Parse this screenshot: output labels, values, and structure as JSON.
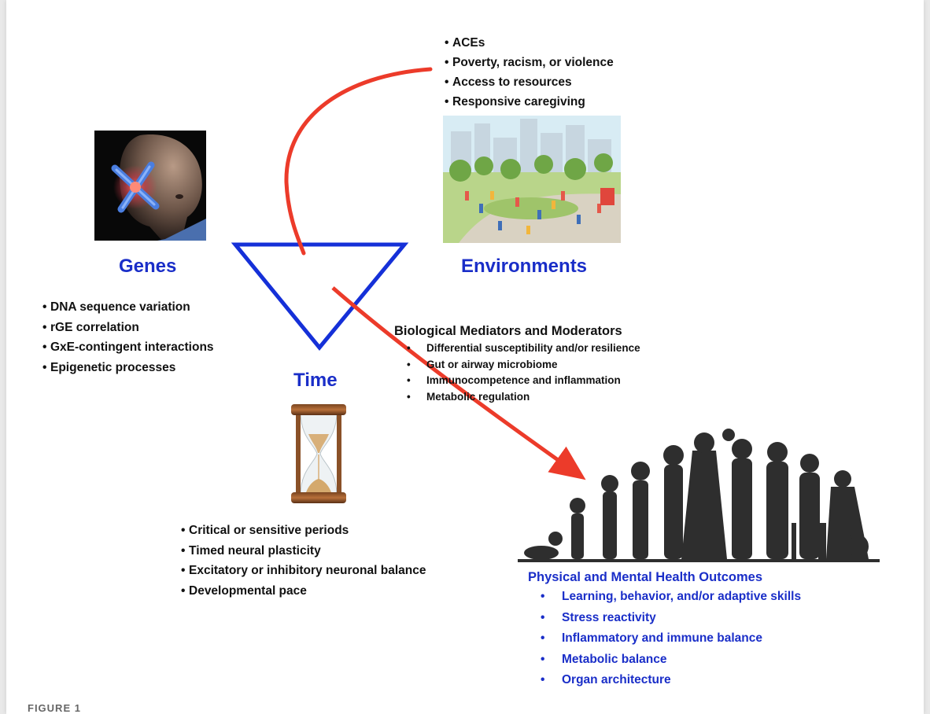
{
  "headings": {
    "genes": "Genes",
    "environments": "Environments",
    "time": "Time"
  },
  "environments_factors": [
    "ACEs",
    "Poverty, racism, or violence",
    "Access to resources",
    "Responsive caregiving"
  ],
  "genes_factors": [
    "DNA sequence variation",
    "rGE correlation",
    "GxE-contingent interactions",
    "Epigenetic processes"
  ],
  "time_factors": [
    "Critical or sensitive periods",
    "Timed neural plasticity",
    "Excitatory or inhibitory neuronal balance",
    "Developmental pace"
  ],
  "mediators": {
    "title": "Biological Mediators and Moderators",
    "items": [
      "Differential susceptibility and/or resilience",
      "Gut or airway microbiome",
      "Immunocompetence and inflammation",
      "Metabolic regulation"
    ]
  },
  "outcomes": {
    "title": "Physical and Mental Health Outcomes",
    "items": [
      "Learning, behavior, and/or adaptive skills",
      "Stress reactivity",
      "Inflammatory and immune balance",
      "Metabolic balance",
      "Organ architecture"
    ]
  },
  "caption": "FIGURE 1",
  "colors": {
    "accent_blue": "#1a2ec8",
    "triangle_blue": "#1530d8",
    "arrow_red": "#ec3b2a",
    "text": "#111111"
  },
  "icons": [
    "baby-with-chromosome-photo",
    "park-scene-illustration",
    "hourglass-icon",
    "life-course-silhouette"
  ]
}
